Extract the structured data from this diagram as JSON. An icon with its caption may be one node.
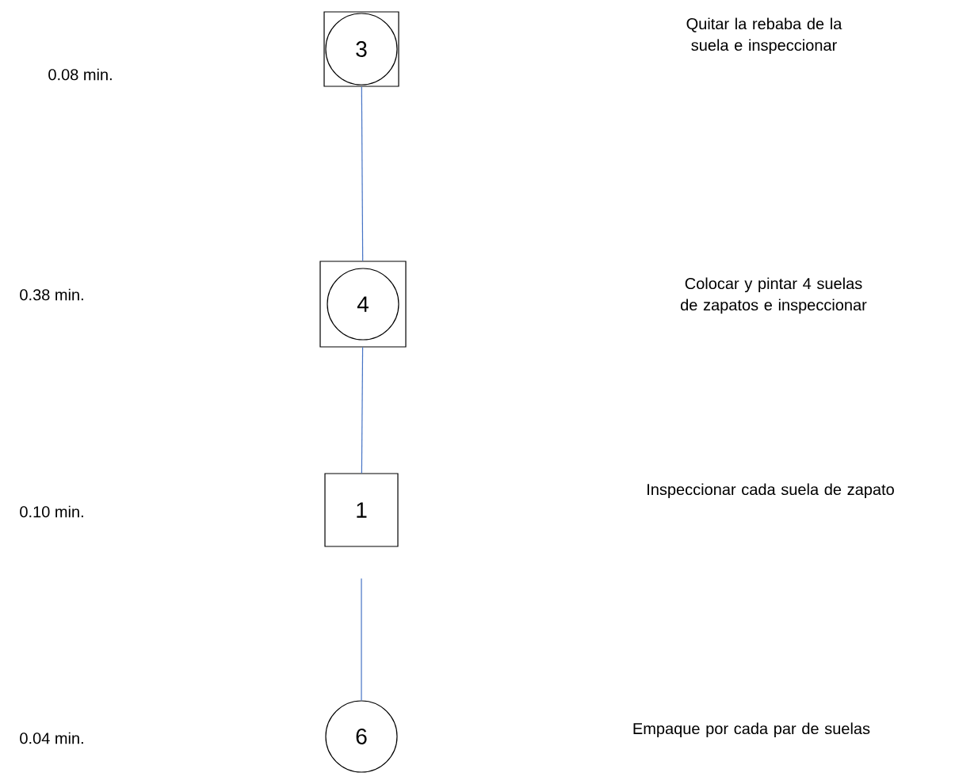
{
  "diagram": {
    "nodes": [
      {
        "text": [
          "3"
        ]
      },
      {
        "text": [
          "4"
        ]
      },
      {
        "text": [
          "1"
        ]
      },
      {
        "text": [
          "6"
        ]
      }
    ],
    "edges": [
      {
        "from": 0,
        "to": 1,
        "arrow": "none"
      },
      {
        "from": 1,
        "to": 2,
        "arrow": "none"
      },
      {
        "from": 2,
        "to": 3,
        "arrow": "none"
      }
    ],
    "labels": [
      "0.08 min.",
      "Quitar la rebaba de la suela e inspeccionar",
      "0.38 min.",
      "Colocar y pintar 4 suelas de zapatos e inspeccionar",
      "0.10 min.",
      "Inspeccionar cada suela de zapato",
      "0.04 min.",
      "Empaque por cada par de suelas"
    ]
  }
}
